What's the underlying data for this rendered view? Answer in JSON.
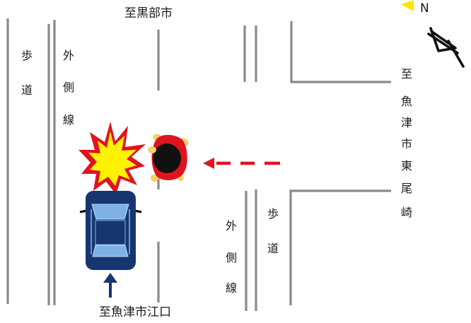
{
  "labels": {
    "top": "至黒部市",
    "bottom": "至魚津市江口",
    "right": [
      "至",
      "魚",
      "津",
      "市",
      "東",
      "尾",
      "崎"
    ],
    "left_sidewalk": [
      "歩",
      "道"
    ],
    "left_shoulder": [
      "外",
      "側",
      "線"
    ],
    "right_sidewalk": [
      "歩",
      "道"
    ],
    "right_shoulder": [
      "外",
      "側",
      "線"
    ],
    "north": "N"
  },
  "colors": {
    "road_line": "#8a8a8a",
    "car_body": "#17356e",
    "car_glass": "#7eb2e6",
    "arrow_up": "#17356e",
    "pedestrian_red": "#e0141e",
    "pedestrian_skin": "#f2d16a",
    "impact_yellow": "#fff200",
    "impact_red": "#e0141e",
    "north_yellow": "#ffe600"
  }
}
